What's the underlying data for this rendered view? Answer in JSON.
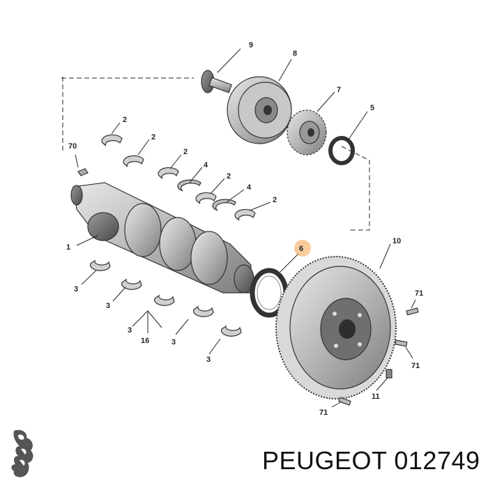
{
  "brand": {
    "caption": "PEUGEOT 012749",
    "highlight_color": "#f5a34a"
  },
  "callouts": [
    {
      "id": "c9",
      "text": "9"
    },
    {
      "id": "c8",
      "text": "8"
    },
    {
      "id": "c7",
      "text": "7"
    },
    {
      "id": "c5",
      "text": "5"
    },
    {
      "id": "c70",
      "text": "70"
    },
    {
      "id": "c2a",
      "text": "2"
    },
    {
      "id": "c2b",
      "text": "2"
    },
    {
      "id": "c2c",
      "text": "2"
    },
    {
      "id": "c2d",
      "text": "2"
    },
    {
      "id": "c2e",
      "text": "2"
    },
    {
      "id": "c4a",
      "text": "4"
    },
    {
      "id": "c4b",
      "text": "4"
    },
    {
      "id": "c1",
      "text": "1"
    },
    {
      "id": "c6",
      "text": "6"
    },
    {
      "id": "c10",
      "text": "10"
    },
    {
      "id": "c3a",
      "text": "3"
    },
    {
      "id": "c3b",
      "text": "3"
    },
    {
      "id": "c3c",
      "text": "3"
    },
    {
      "id": "c3d",
      "text": "3"
    },
    {
      "id": "c3e",
      "text": "3"
    },
    {
      "id": "c16",
      "text": "16"
    },
    {
      "id": "c71a",
      "text": "71"
    },
    {
      "id": "c71b",
      "text": "71"
    },
    {
      "id": "c71c",
      "text": "71"
    },
    {
      "id": "c11",
      "text": "11"
    }
  ]
}
